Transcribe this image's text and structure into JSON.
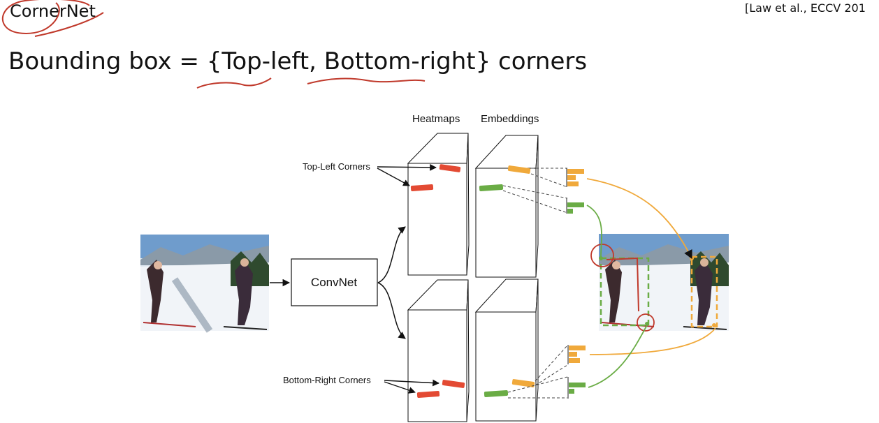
{
  "slide": {
    "title": "CornerNet",
    "citation": "[Law et al., ECCV 201",
    "headline": "Bounding box = {Top-left, Bottom-right} corners"
  },
  "diagram": {
    "heatmaps_label": "Heatmaps",
    "embeddings_label": "Embeddings",
    "convnet_label": "ConvNet",
    "top_left_label": "Top-Left Corners",
    "bottom_right_label": "Bottom-Right Corners"
  },
  "colors": {
    "top_left_marker": "#e34a33",
    "embedding_orange": "#f0a93b",
    "embedding_green": "#6aac45",
    "annotation_pen": "#c0392b"
  },
  "images": {
    "input_photo": "skiers-snow-photo",
    "output_photo": "skiers-snow-photo-with-boxes"
  }
}
